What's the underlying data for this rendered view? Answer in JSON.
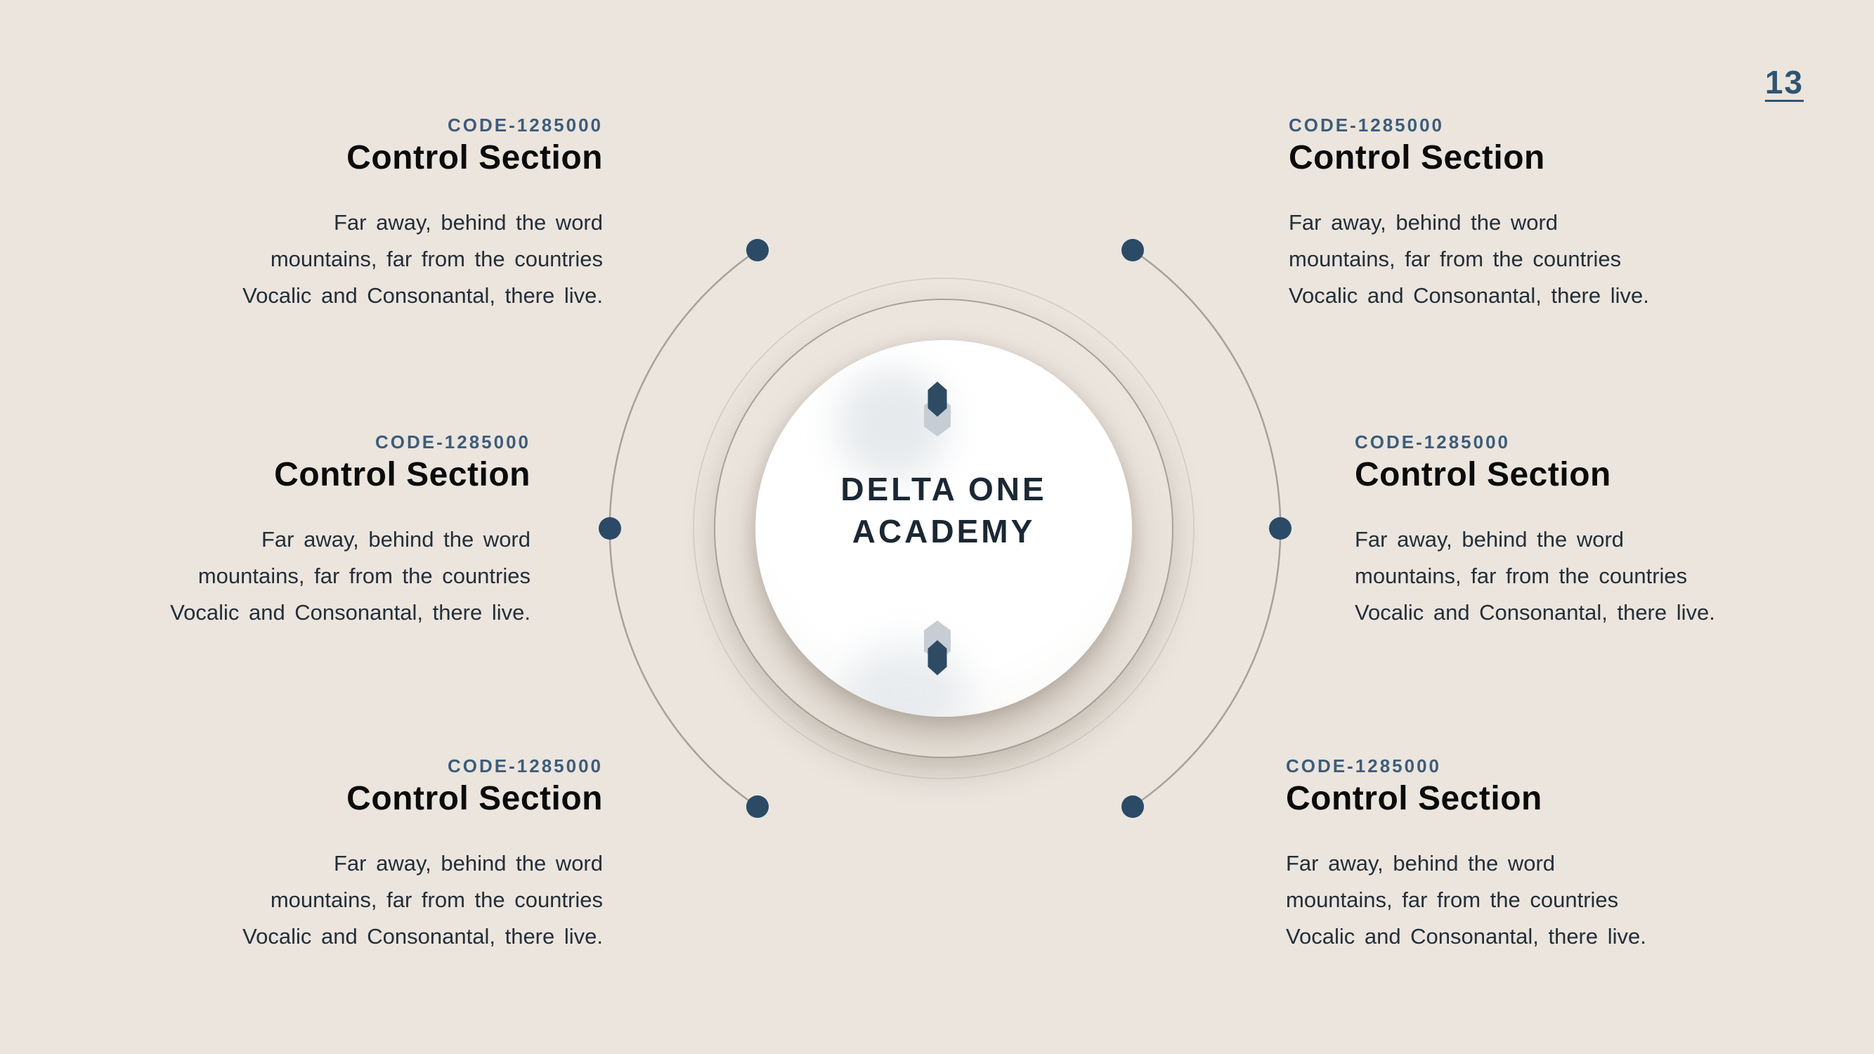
{
  "slide": {
    "page_number": "13",
    "center": {
      "title_lines": [
        "DELTA ONE",
        "ACADEMY"
      ],
      "icons": [
        "crystal-top-icon",
        "crystal-bottom-icon"
      ]
    },
    "sections": [
      {
        "position": "top-left",
        "code": "CODE-1285000",
        "title": "Control Section",
        "body": [
          "Far away, behind the word",
          "mountains, far from the countries",
          "Vocalic and Consonantal, there live."
        ]
      },
      {
        "position": "top-right",
        "code": "CODE-1285000",
        "title": "Control Section",
        "body": [
          "Far away, behind the word",
          "mountains, far from the countries",
          "Vocalic and Consonantal, there live."
        ]
      },
      {
        "position": "middle-left",
        "code": "CODE-1285000",
        "title": "Control Section",
        "body": [
          "Far away, behind the word",
          "mountains, far from the countries",
          "Vocalic and Consonantal, there live."
        ]
      },
      {
        "position": "middle-right",
        "code": "CODE-1285000",
        "title": "Control Section",
        "body": [
          "Far away, behind the word",
          "mountains, far from the countries",
          "Vocalic and Consonantal, there live."
        ]
      },
      {
        "position": "bottom-left",
        "code": "CODE-1285000",
        "title": "Control Section",
        "body": [
          "Far away, behind the word",
          "mountains, far from the countries",
          "Vocalic and Consonantal, there live."
        ]
      },
      {
        "position": "bottom-right",
        "code": "CODE-1285000",
        "title": "Control Section",
        "body": [
          "Far away, behind the word",
          "mountains, far from the countries",
          "Vocalic and Consonantal, there live."
        ]
      }
    ],
    "colors": {
      "background": "#EBE5DE",
      "accent_navy": "#2B4A66",
      "label_blue": "#3D5C7A",
      "heading_black": "#0B0B0B",
      "body_text": "#242E38",
      "center_title": "#1B2834",
      "ring_gray": "#A8A199",
      "crystal_dark": "#2E4B63",
      "crystal_light": "#C7CDD4",
      "page_number": "#2F5472",
      "circle_white": "#FFFFFF"
    }
  }
}
